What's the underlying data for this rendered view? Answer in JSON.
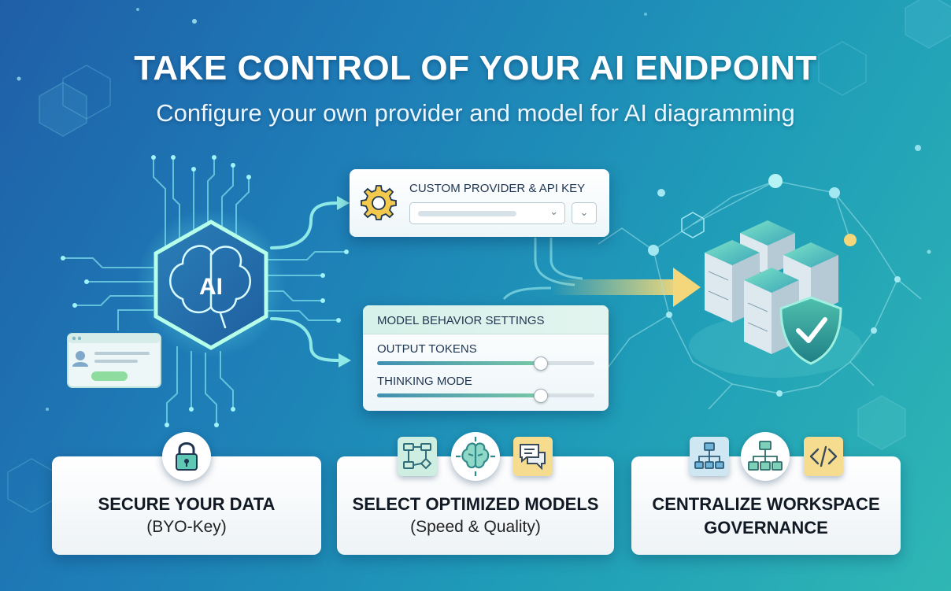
{
  "header": {
    "title": "TAKE CONTROL OF YOUR AI ENDPOINT",
    "subtitle": "Configure your own provider and model for AI diagramming"
  },
  "ai_chip": {
    "label": "AI"
  },
  "provider_panel": {
    "label": "CUSTOM PROVIDER & API KEY"
  },
  "behavior_panel": {
    "title": "MODEL BEHAVIOR SETTINGS",
    "sliders": [
      {
        "label": "OUTPUT TOKENS",
        "value": 0.75
      },
      {
        "label": "THINKING MODE",
        "value": 0.75
      }
    ]
  },
  "cards": [
    {
      "line1": "SECURE YOUR DATA",
      "line2": "(BYO-Key)"
    },
    {
      "line1": "SELECT OPTIMIZED MODELS",
      "line2": "(Speed & Quality)"
    },
    {
      "line1": "CENTRALIZE WORKSPACE",
      "line2": "GOVERNANCE"
    }
  ],
  "colors": {
    "accent_teal": "#3fc7b5",
    "accent_yellow": "#f3d77a",
    "shield_green": "#2f9a8a"
  },
  "icons": [
    "gear-icon",
    "brain-icon",
    "lock-icon",
    "flowchart-icon",
    "chat-icon",
    "org-chart-icon",
    "code-icon",
    "server-stack-icon",
    "shield-check-icon"
  ]
}
